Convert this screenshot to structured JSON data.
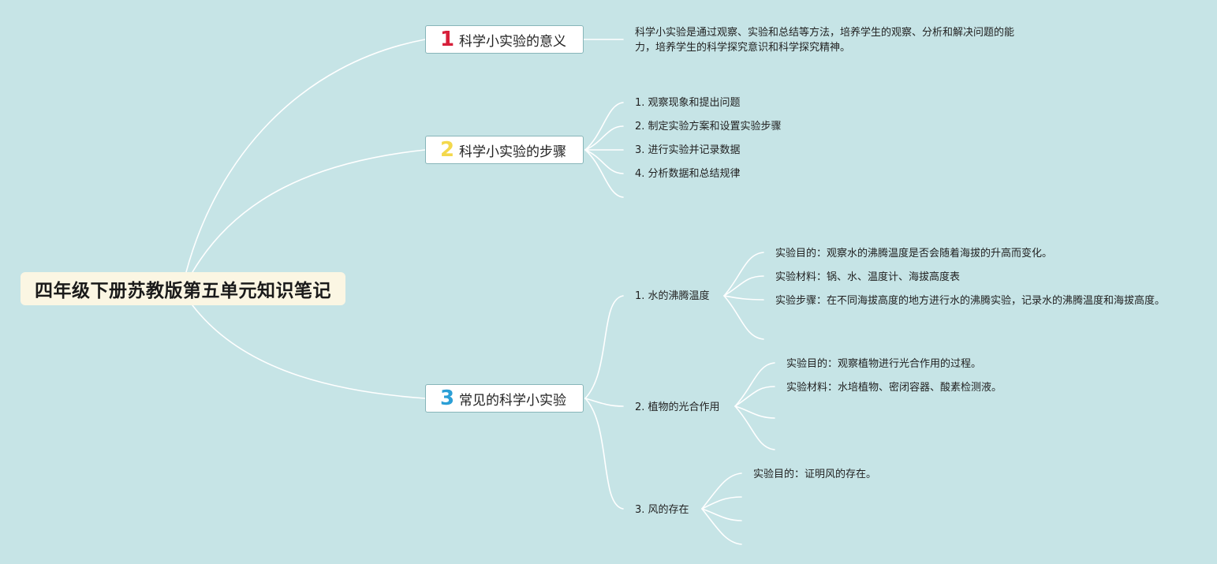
{
  "root": {
    "title": "四年级下册苏教版第五单元知识笔记"
  },
  "colors": {
    "background": "#c6e4e6",
    "num1": "#d71f3a",
    "num2": "#f3d84c",
    "num3": "#2b9fd6",
    "line": "#ffffff"
  },
  "branches": [
    {
      "num": "1",
      "label": "科学小实验的意义",
      "detail": "科学小实验是通过观察、实验和总结等方法，培养学生的观察、分析和解决问题的能力，培养学生的科学探究意识和科学探究精神。"
    },
    {
      "num": "2",
      "label": "科学小实验的步骤",
      "steps": [
        "1. 观察现象和提出问题",
        "2. 制定实验方案和设置实验步骤",
        "3. 进行实验并记录数据",
        "4. 分析数据和总结规律"
      ]
    },
    {
      "num": "3",
      "label": "常见的科学小实验",
      "experiments": [
        {
          "name": "1. 水的沸腾温度",
          "items": [
            "实验目的：观察水的沸腾温度是否会随着海拔的升高而变化。",
            "实验材料：锅、水、温度计、海拔高度表",
            "实验步骤：在不同海拔高度的地方进行水的沸腾实验，记录水的沸腾温度和海拔高度。"
          ]
        },
        {
          "name": "2. 植物的光合作用",
          "items": [
            "实验目的：观察植物进行光合作用的过程。",
            "实验材料：水培植物、密闭容器、酸素检测液。"
          ]
        },
        {
          "name": "3. 风的存在",
          "items": [
            "实验目的：证明风的存在。"
          ]
        }
      ]
    }
  ]
}
